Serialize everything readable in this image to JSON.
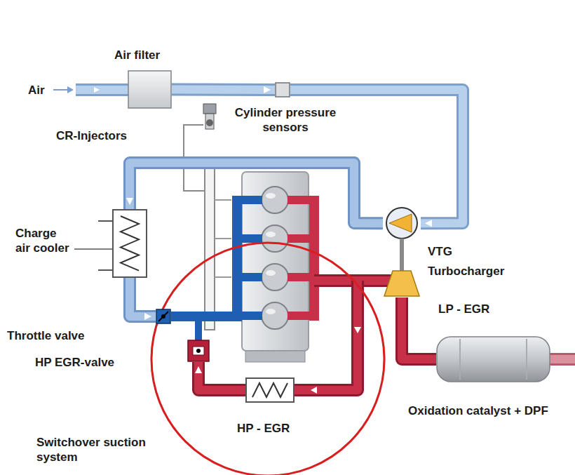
{
  "diagram": {
    "nodes": [
      {
        "text": [
          "Air filter"
        ]
      },
      {
        "text": [
          "Cylinder pressure sensors"
        ]
      },
      {
        "text": [
          "Charge air cooler"
        ]
      },
      {
        "text": [
          "VTG Turbocharger"
        ]
      },
      {
        "text": [
          "Throttle valve"
        ]
      },
      {
        "text": [
          "HP EGR-valve"
        ]
      },
      {
        "text": [
          "HP - EGR"
        ]
      },
      {
        "text": [
          "Oxidation catalyst + DPF"
        ]
      }
    ],
    "edges": [
      {
        "from": 0,
        "to": 1,
        "arrow": "to"
      },
      {
        "from": 1,
        "to": 3,
        "arrow": "to"
      },
      {
        "from": 3,
        "to": 2,
        "arrow": "to"
      },
      {
        "from": 2,
        "to": 4,
        "arrow": "to"
      },
      {
        "from": 6,
        "to": 5,
        "arrow": "to"
      },
      {
        "from": 3,
        "to": 7,
        "arrow": "none"
      }
    ],
    "labels": [
      "Air",
      "CR-Injectors",
      "LP - EGR",
      "Switchover suction system"
    ]
  }
}
